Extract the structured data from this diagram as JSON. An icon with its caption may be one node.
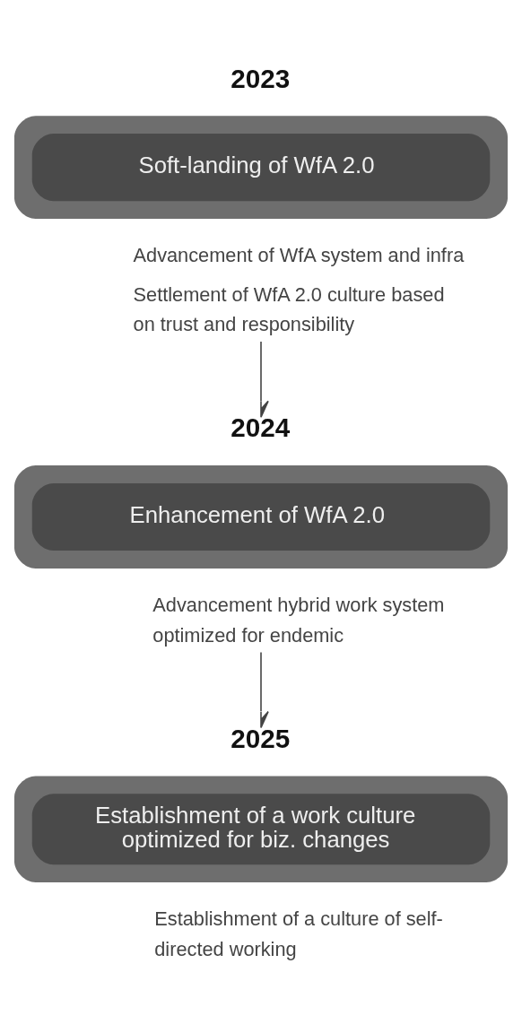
{
  "diagram": {
    "nodes": [
      {
        "text": [
          "2023",
          "Soft-landing of WfA 2.0"
        ],
        "beside": [
          "Advancement of WfA system and infra",
          "Settlement of WfA 2.0 culture based on trust and responsibility"
        ]
      },
      {
        "text": [
          "2024",
          "Enhancement of WfA 2.0"
        ],
        "beside": [
          "Advancement hybrid work system optimized for endemic"
        ]
      },
      {
        "text": [
          "2025",
          "Establishment of a work culture optimized for biz. changes"
        ],
        "beside": [
          "Establishment of a culture of self-directed working"
        ]
      }
    ],
    "edges": [
      {
        "from": 0,
        "to": 1,
        "arrow": "to"
      },
      {
        "from": 1,
        "to": 2,
        "arrow": "to"
      }
    ]
  }
}
